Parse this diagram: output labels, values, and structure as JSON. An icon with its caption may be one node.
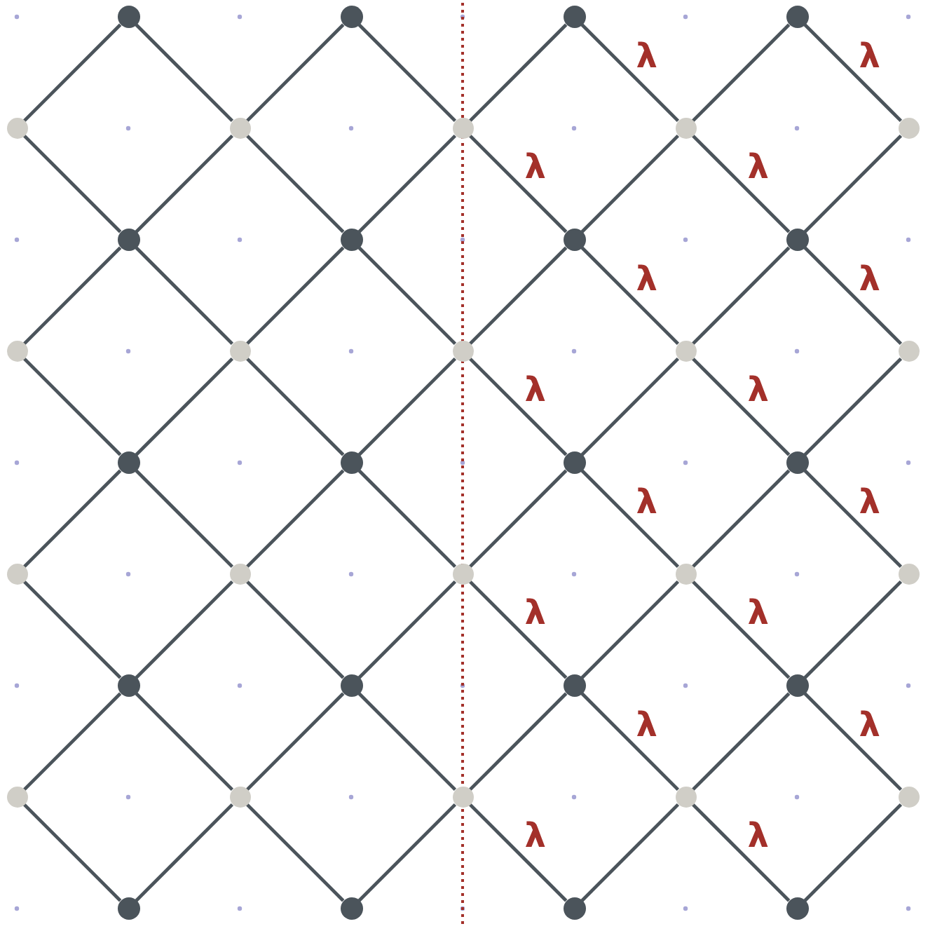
{
  "diagram": {
    "nodes": [
      {
        "text": [],
        "shape": "circle"
      },
      {
        "text": [],
        "shape": "circle"
      },
      {
        "text": [],
        "shape": "circle"
      },
      {
        "text": [],
        "shape": "circle"
      },
      {
        "text": [],
        "shape": "circle"
      },
      {
        "text": [],
        "shape": "circle"
      },
      {
        "text": [],
        "shape": "circle"
      },
      {
        "text": [],
        "shape": "circle"
      },
      {
        "text": [],
        "shape": "circle"
      },
      {
        "text": [],
        "shape": "circle"
      },
      {
        "text": [],
        "shape": "circle"
      },
      {
        "text": [],
        "shape": "circle"
      },
      {
        "text": [],
        "shape": "circle"
      },
      {
        "text": [],
        "shape": "circle"
      },
      {
        "text": [],
        "shape": "circle"
      },
      {
        "text": [],
        "shape": "circle"
      },
      {
        "text": [],
        "shape": "circle"
      },
      {
        "text": [],
        "shape": "circle"
      },
      {
        "text": [],
        "shape": "circle"
      },
      {
        "text": [],
        "shape": "circle"
      },
      {
        "text": [],
        "shape": "circle"
      },
      {
        "text": [],
        "shape": "circle"
      },
      {
        "text": [],
        "shape": "circle"
      },
      {
        "text": [],
        "shape": "circle"
      },
      {
        "text": [],
        "shape": "circle"
      },
      {
        "text": [],
        "shape": "circle"
      },
      {
        "text": [],
        "shape": "circle"
      },
      {
        "text": [],
        "shape": "circle"
      },
      {
        "text": [],
        "shape": "circle"
      },
      {
        "text": [],
        "shape": "circle"
      },
      {
        "text": [],
        "shape": "circle"
      },
      {
        "text": [],
        "shape": "circle"
      },
      {
        "text": [],
        "shape": "circle"
      },
      {
        "text": [],
        "shape": "circle"
      },
      {
        "text": [],
        "shape": "circle"
      },
      {
        "text": [],
        "shape": "circle"
      },
      {
        "text": [],
        "shape": "circle"
      },
      {
        "text": [],
        "shape": "circle"
      },
      {
        "text": [],
        "shape": "circle"
      },
      {
        "text": [],
        "shape": "circle"
      }
    ],
    "edges": [
      {
        "from": 0,
        "to": 4,
        "arrow": "none"
      },
      {
        "from": 0,
        "to": 5,
        "arrow": "none"
      },
      {
        "from": 1,
        "to": 5,
        "arrow": "none"
      },
      {
        "from": 1,
        "to": 6,
        "arrow": "none"
      },
      {
        "from": 2,
        "to": 6,
        "arrow": "none"
      },
      {
        "from": 2,
        "to": 7,
        "arrow": "none",
        "label": "λ"
      },
      {
        "from": 3,
        "to": 7,
        "arrow": "none"
      },
      {
        "from": 3,
        "to": 8,
        "arrow": "none",
        "label": "λ"
      },
      {
        "from": 4,
        "to": 9,
        "arrow": "none"
      },
      {
        "from": 5,
        "to": 9,
        "arrow": "none"
      },
      {
        "from": 5,
        "to": 10,
        "arrow": "none"
      },
      {
        "from": 6,
        "to": 10,
        "arrow": "none"
      },
      {
        "from": 6,
        "to": 11,
        "arrow": "none",
        "label": "λ"
      },
      {
        "from": 7,
        "to": 11,
        "arrow": "none"
      },
      {
        "from": 7,
        "to": 12,
        "arrow": "none",
        "label": "λ"
      },
      {
        "from": 8,
        "to": 12,
        "arrow": "none"
      },
      {
        "from": 9,
        "to": 13,
        "arrow": "none"
      },
      {
        "from": 9,
        "to": 14,
        "arrow": "none"
      },
      {
        "from": 10,
        "to": 14,
        "arrow": "none"
      },
      {
        "from": 10,
        "to": 15,
        "arrow": "none"
      },
      {
        "from": 11,
        "to": 15,
        "arrow": "none"
      },
      {
        "from": 11,
        "to": 16,
        "arrow": "none",
        "label": "λ"
      },
      {
        "from": 12,
        "to": 16,
        "arrow": "none"
      },
      {
        "from": 12,
        "to": 17,
        "arrow": "none",
        "label": "λ"
      },
      {
        "from": 13,
        "to": 18,
        "arrow": "none"
      },
      {
        "from": 14,
        "to": 18,
        "arrow": "none"
      },
      {
        "from": 14,
        "to": 19,
        "arrow": "none"
      },
      {
        "from": 15,
        "to": 19,
        "arrow": "none"
      },
      {
        "from": 15,
        "to": 20,
        "arrow": "none",
        "label": "λ"
      },
      {
        "from": 16,
        "to": 20,
        "arrow": "none"
      },
      {
        "from": 16,
        "to": 21,
        "arrow": "none",
        "label": "λ"
      },
      {
        "from": 17,
        "to": 21,
        "arrow": "none"
      },
      {
        "from": 18,
        "to": 22,
        "arrow": "none"
      },
      {
        "from": 18,
        "to": 23,
        "arrow": "none"
      },
      {
        "from": 19,
        "to": 23,
        "arrow": "none"
      },
      {
        "from": 19,
        "to": 24,
        "arrow": "none"
      },
      {
        "from": 20,
        "to": 24,
        "arrow": "none"
      },
      {
        "from": 20,
        "to": 25,
        "arrow": "none",
        "label": "λ"
      },
      {
        "from": 21,
        "to": 25,
        "arrow": "none"
      },
      {
        "from": 21,
        "to": 26,
        "arrow": "none",
        "label": "λ"
      },
      {
        "from": 22,
        "to": 27,
        "arrow": "none"
      },
      {
        "from": 23,
        "to": 27,
        "arrow": "none"
      },
      {
        "from": 23,
        "to": 28,
        "arrow": "none"
      },
      {
        "from": 24,
        "to": 28,
        "arrow": "none"
      },
      {
        "from": 24,
        "to": 29,
        "arrow": "none",
        "label": "λ"
      },
      {
        "from": 25,
        "to": 29,
        "arrow": "none"
      },
      {
        "from": 25,
        "to": 30,
        "arrow": "none",
        "label": "λ"
      },
      {
        "from": 26,
        "to": 30,
        "arrow": "none"
      },
      {
        "from": 27,
        "to": 31,
        "arrow": "none"
      },
      {
        "from": 27,
        "to": 32,
        "arrow": "none"
      },
      {
        "from": 28,
        "to": 32,
        "arrow": "none"
      },
      {
        "from": 28,
        "to": 33,
        "arrow": "none"
      },
      {
        "from": 29,
        "to": 33,
        "arrow": "none"
      },
      {
        "from": 29,
        "to": 34,
        "arrow": "none",
        "label": "λ"
      },
      {
        "from": 30,
        "to": 34,
        "arrow": "none"
      },
      {
        "from": 30,
        "to": 35,
        "arrow": "none",
        "label": "λ"
      },
      {
        "from": 31,
        "to": 36,
        "arrow": "none"
      },
      {
        "from": 32,
        "to": 36,
        "arrow": "none"
      },
      {
        "from": 32,
        "to": 37,
        "arrow": "none"
      },
      {
        "from": 33,
        "to": 37,
        "arrow": "none"
      },
      {
        "from": 33,
        "to": 38,
        "arrow": "none",
        "label": "λ"
      },
      {
        "from": 34,
        "to": 38,
        "arrow": "none"
      },
      {
        "from": 34,
        "to": 39,
        "arrow": "none",
        "label": "λ"
      },
      {
        "from": 35,
        "to": 39,
        "arrow": "none"
      }
    ]
  }
}
